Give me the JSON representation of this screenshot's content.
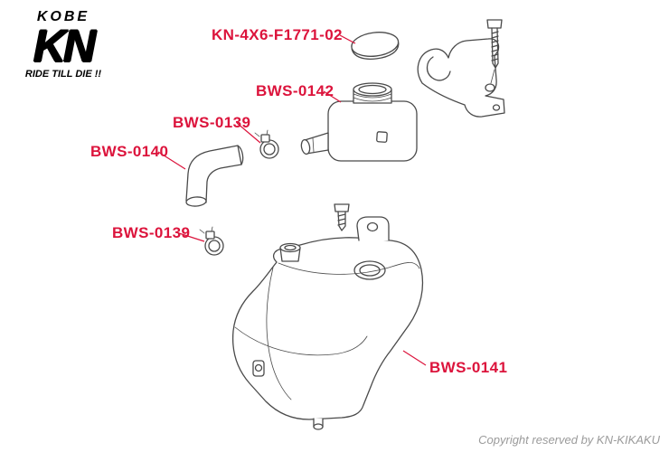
{
  "brand": {
    "top": "KOBE",
    "main": "KN",
    "slogan": "RIDE TILL DIE !!"
  },
  "labels": {
    "cap": "KN-4X6-F1771-02",
    "upper_tank": "BWS-0142",
    "clamp_upper": "BWS-0139",
    "elbow_hose": "BWS-0140",
    "clamp_lower": "BWS-0139",
    "main_tank": "BWS-0141"
  },
  "copyright": "Copyright reserved by KN-KIKAKU",
  "colors": {
    "label": "#dc143c",
    "line": "#4a4a4a",
    "copyright": "#9b9b9b"
  }
}
